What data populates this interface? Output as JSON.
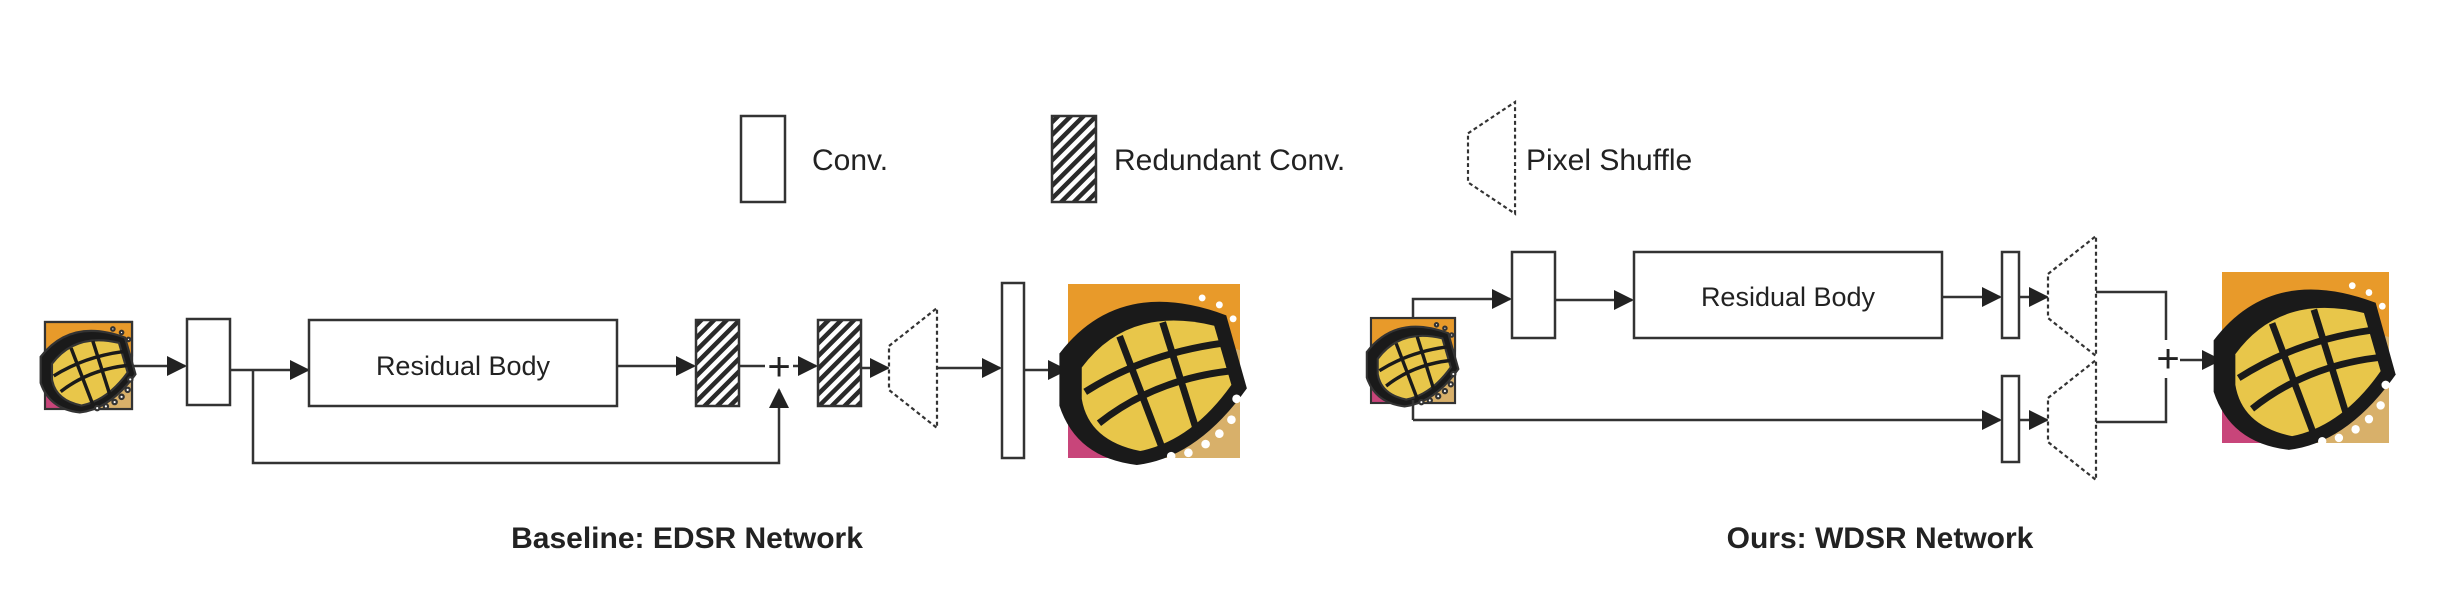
{
  "legend": {
    "conv": "Conv.",
    "redundant_conv": "Redundant  Conv.",
    "pixel_shuffle": "Pixel Shuffle"
  },
  "edsr": {
    "residual_body": "Residual Body",
    "plus": "+",
    "caption": "Baseline: EDSR Network"
  },
  "wdsr": {
    "residual_body": "Residual Body",
    "plus": "+",
    "caption": "Ours: WDSR Network"
  },
  "colors": {
    "stroke": "#333333",
    "butterfly_yellow": "#e8c64a",
    "butterfly_orange": "#e89a2a",
    "butterfly_black": "#1a1a1a",
    "flower_pink": "#c8457a"
  }
}
